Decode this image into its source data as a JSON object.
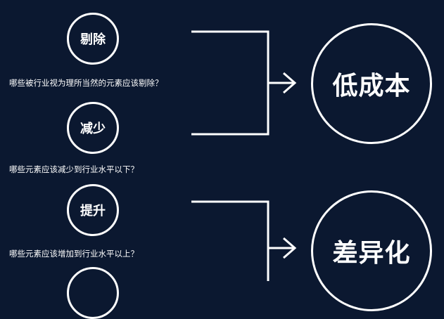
{
  "actions": [
    {
      "label": "剔除",
      "question": "哪些被行业视为理所当然的元素应该剔除？"
    },
    {
      "label": "减少",
      "question": "哪些元素应该减少到行业水平以下？"
    },
    {
      "label": "提升",
      "question": "哪些元素应该增加到行业水平以上？"
    },
    {
      "label": ""
    }
  ],
  "outcomes": [
    {
      "label": "低成本"
    },
    {
      "label": "差异化"
    }
  ],
  "colors": {
    "background": "#0b1830",
    "foreground": "#ffffff"
  }
}
